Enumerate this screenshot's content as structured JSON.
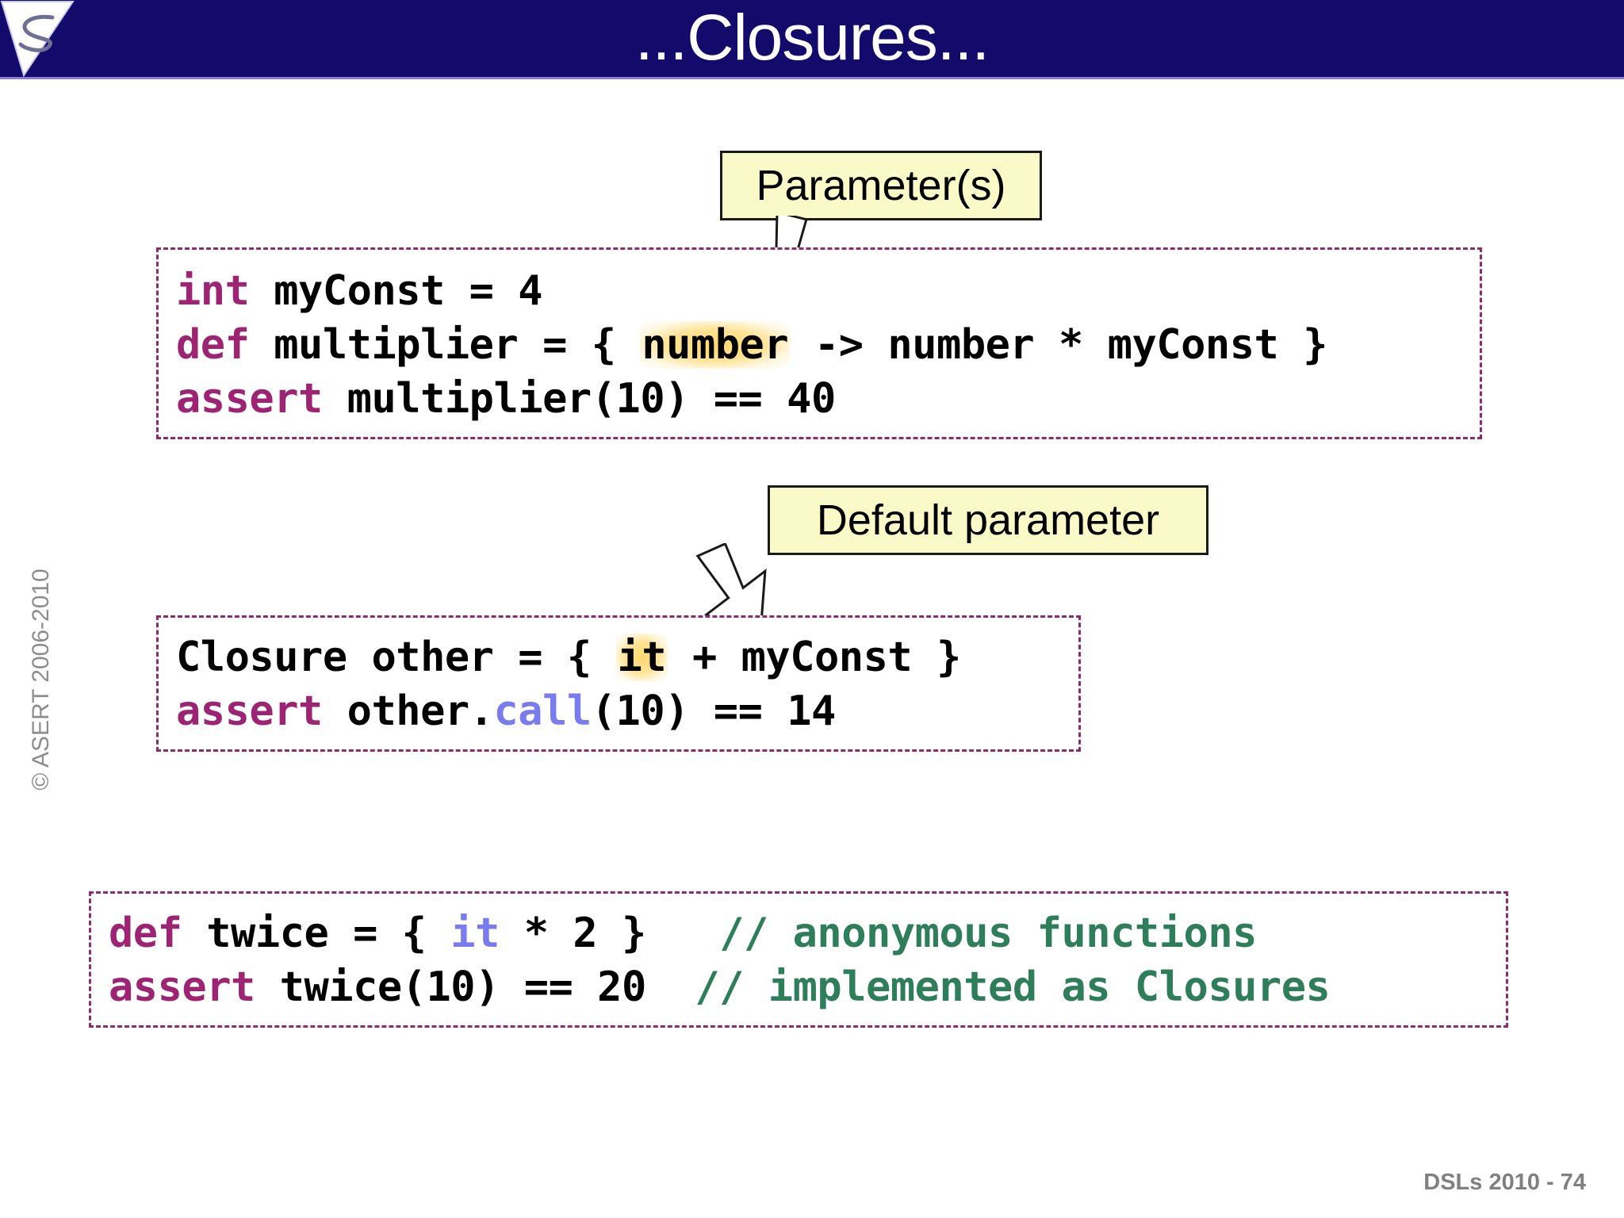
{
  "slide": {
    "title": "...Closures...",
    "logo_name": "asert-triangle-logo",
    "copyright": "© ASERT 2006-2010",
    "footer": "DSLs 2010 - 74",
    "colors": {
      "title_bar": "#130A6B",
      "keyword": "#9c2472",
      "comment": "#2e7d5b",
      "identifier_blue": "#7b7bf0",
      "callout_fill": "#FAFAC8",
      "code_border": "#8e2b6e",
      "highlight": "#FFD666"
    }
  },
  "callouts": [
    {
      "id": "parameters",
      "label": "Parameter(s)",
      "arrow": "down-right-arrow"
    },
    {
      "id": "default",
      "label": "Default parameter",
      "arrow": "down-left-arrow"
    }
  ],
  "code_blocks": [
    {
      "id": "block-1",
      "lines": [
        {
          "segments": [
            {
              "text": "int",
              "style": "kw"
            },
            {
              "text": " myConst = 4",
              "style": "plain"
            }
          ]
        },
        {
          "segments": [
            {
              "text": "def",
              "style": "kw"
            },
            {
              "text": " multiplier = { ",
              "style": "plain"
            },
            {
              "text": "number",
              "style": "plain",
              "highlight": true
            },
            {
              "text": " -> number * myConst }",
              "style": "plain"
            }
          ]
        },
        {
          "segments": [
            {
              "text": "assert",
              "style": "kw"
            },
            {
              "text": " multiplier(10) == 40",
              "style": "plain"
            }
          ]
        }
      ]
    },
    {
      "id": "block-2",
      "lines": [
        {
          "segments": [
            {
              "text": "Closure other = { ",
              "style": "plain"
            },
            {
              "text": "it",
              "style": "plain",
              "highlight": true
            },
            {
              "text": " + myConst }",
              "style": "plain"
            }
          ]
        },
        {
          "segments": [
            {
              "text": "assert",
              "style": "kw"
            },
            {
              "text": " other.",
              "style": "plain"
            },
            {
              "text": "call",
              "style": "ident-bl"
            },
            {
              "text": "(10) == 14",
              "style": "plain"
            }
          ]
        }
      ]
    },
    {
      "id": "block-3",
      "lines": [
        {
          "segments": [
            {
              "text": "def",
              "style": "kw"
            },
            {
              "text": " twice = { ",
              "style": "plain"
            },
            {
              "text": "it",
              "style": "ident-bl"
            },
            {
              "text": " * 2 }   ",
              "style": "plain"
            },
            {
              "text": "// anonymous functions",
              "style": "cmt"
            }
          ]
        },
        {
          "segments": [
            {
              "text": "assert",
              "style": "kw"
            },
            {
              "text": " twice(10) == 20  ",
              "style": "plain"
            },
            {
              "text": "// implemented as Closures",
              "style": "cmt"
            }
          ]
        }
      ]
    }
  ]
}
